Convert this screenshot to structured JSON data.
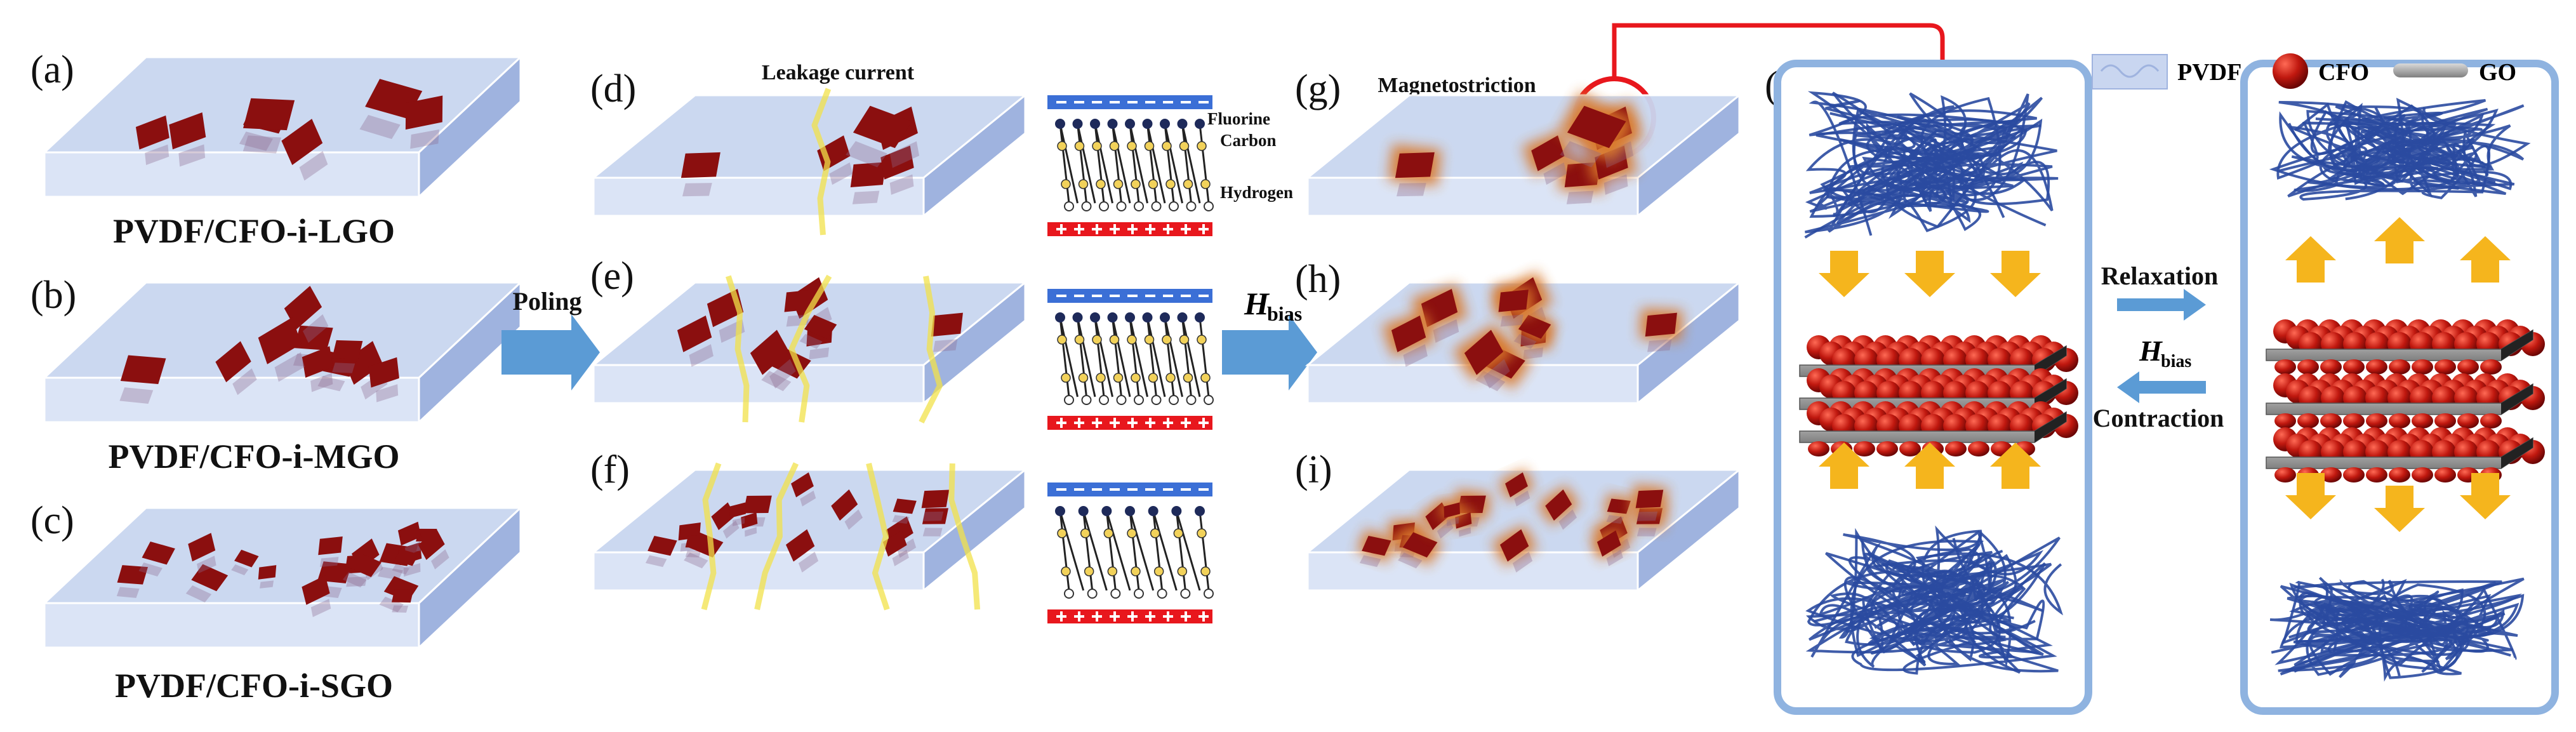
{
  "panels": {
    "a": "(a)",
    "b": "(b)",
    "c": "(c)",
    "d": "(d)",
    "e": "(e)",
    "f": "(f)",
    "g": "(g)",
    "h": "(h)",
    "i": "(i)",
    "j": "(j)"
  },
  "captions": {
    "a": "PVDF/CFO-i-LGO",
    "b": "PVDF/CFO-i-MGO",
    "c": "PVDF/CFO-i-SGO"
  },
  "headers": {
    "leakage": "Leakage current",
    "magnetostriction": "Magnetostriction"
  },
  "molecule": {
    "fluorine": "Fluorine",
    "carbon": "Carbon",
    "hydrogen": "Hydrogen"
  },
  "arrows": {
    "poling": "Poling",
    "hbias_main": "H",
    "hbias_sub": "bias",
    "relaxation": "Relaxation",
    "contraction": "Contraction"
  },
  "legend": {
    "pvdf": "PVDF",
    "cfo": "CFO",
    "go": "GO"
  },
  "colors": {
    "film_top": "#c9d6f0",
    "film_side": "#9fb3df",
    "flake": "#8b0f0f",
    "glow": "#d9782b",
    "leak": "#f2e14a",
    "arrow_blue": "#5b9bd5",
    "frame": "#8fb3e0",
    "chain": "#2a4aa0",
    "yellow_arrow": "#f5b51d",
    "electrode_blue": "#3b6fd6",
    "electrode_red": "#e8171d",
    "cfo_ball": "#c0180f",
    "go_sheet": "#9a9a9a"
  }
}
